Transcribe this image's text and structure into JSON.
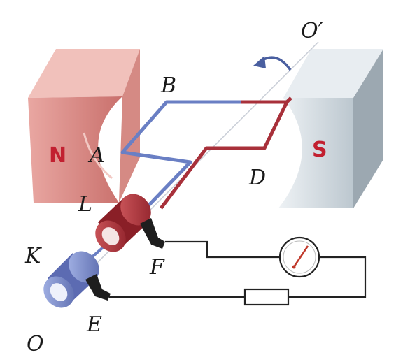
{
  "diagram": {
    "labels": {
      "axis_top": "O′",
      "axis_bottom": "O",
      "a": "A",
      "b": "B",
      "d": "D",
      "l": "L",
      "k": "K",
      "f": "F",
      "e": "E"
    },
    "magnets": {
      "north": "N",
      "south": "S"
    }
  },
  "colors": {
    "north_magnet": "#d98b86",
    "south_magnet": "#c7d1d9",
    "coil_blue": "#6a7fc4",
    "coil_red": "#a8303a",
    "ring_blue": "#7f95d4",
    "ring_red": "#b83a40",
    "circuit_wire": "#222222"
  },
  "icons": [
    "rotation-arrow-icon",
    "galvanometer-icon",
    "resistor-icon",
    "brush-icon"
  ]
}
